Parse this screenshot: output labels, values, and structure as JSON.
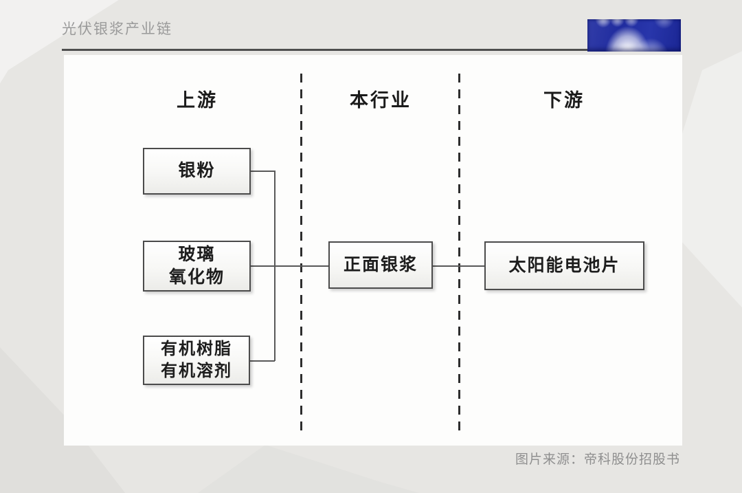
{
  "header": {
    "title": "光伏银浆产业链",
    "logo_name": "company-logo"
  },
  "diagram": {
    "columns": [
      {
        "label": "上游"
      },
      {
        "label": "本行业"
      },
      {
        "label": "下游"
      }
    ],
    "boxes": [
      {
        "id": "silver-powder",
        "label": "银粉"
      },
      {
        "id": "glass-oxide",
        "label": "玻璃\n氧化物"
      },
      {
        "id": "organic-resin-solvent",
        "label": "有机树脂\n有机溶剂"
      },
      {
        "id": "front-side-silver-paste",
        "label": "正面银浆"
      },
      {
        "id": "solar-cell",
        "label": "太阳能电池片"
      }
    ],
    "connections": [
      {
        "from": "银粉",
        "to": "正面银浆"
      },
      {
        "from": "玻璃氧化物",
        "to": "正面银浆"
      },
      {
        "from": "有机树脂有机溶剂",
        "to": "正面银浆"
      },
      {
        "from": "正面银浆",
        "to": "太阳能电池片"
      }
    ]
  },
  "footer": {
    "source": "图片来源：帝科股份招股书"
  },
  "colors": {
    "background": "#e7e6e3",
    "panel": "#fdfdfc",
    "box_border": "#4b4b4b",
    "connector": "#585858",
    "dash_divider": "#2e2e2e",
    "title_text": "#9a9a9a",
    "source_text": "#8f8f8f",
    "logo_blue": "#1f2b9e"
  }
}
